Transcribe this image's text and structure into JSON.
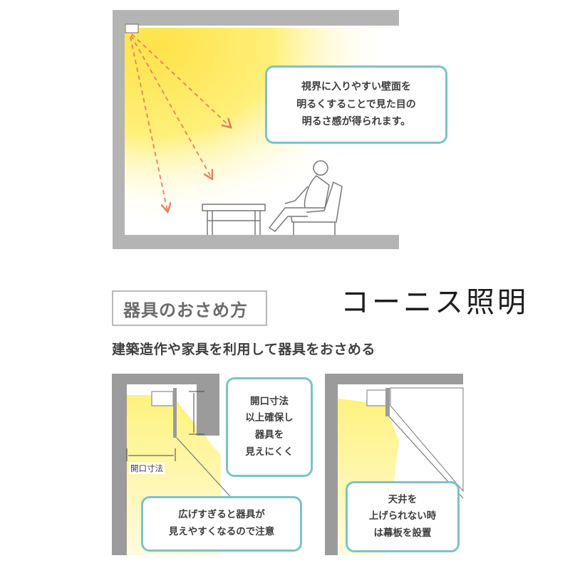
{
  "colors": {
    "accent": "#7cc3c6",
    "light": "#ffe86a",
    "wall": "#9e9e9e",
    "ray": "#e8805c"
  },
  "top": {
    "bubble_lines": [
      "視界に入りやすい壁面を",
      "明るくすることで見た目の",
      "明るさ感が得られます。"
    ]
  },
  "handwritten_title": "コーニス照明",
  "section": {
    "title": "器具のおさめ方",
    "subtitle": "建築造作や家具を利用して器具をおさめる"
  },
  "left": {
    "dimension_label": "開口寸法",
    "bubble_top_lines": [
      "開口寸法",
      "以上確保し",
      "器具を",
      "見えにくく"
    ],
    "bubble_bottom_lines": [
      "広げすぎると器具が",
      "見えやすくなるので注意"
    ]
  },
  "right": {
    "bubble_lines": [
      "天井を",
      "上げられない時",
      "は幕板を設置"
    ]
  }
}
